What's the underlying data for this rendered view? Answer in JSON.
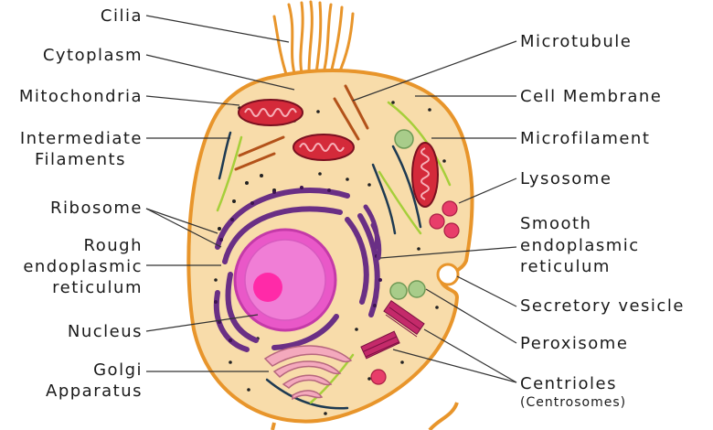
{
  "labels_left": {
    "cilia": "Cilia",
    "cytoplasm": "Cytoplasm",
    "mitochondria": "Mitochondria",
    "intermediate_filaments_1": "Intermediate",
    "intermediate_filaments_2": "Filaments",
    "ribosome": "Ribosome",
    "rough_er_1": "Rough",
    "rough_er_2": "endoplasmic",
    "rough_er_3": "reticulum",
    "nucleus": "Nucleus",
    "golgi_1": "Golgi",
    "golgi_2": "Apparatus"
  },
  "labels_right": {
    "microtubule": "Microtubule",
    "cell_membrane": "Cell Membrane",
    "microfilament": "Microfilament",
    "lysosome": "Lysosome",
    "smooth_er_1": "Smooth",
    "smooth_er_2": "endoplasmic",
    "smooth_er_3": "reticulum",
    "secretory_vesicle": "Secretory vesicle",
    "peroxisome": "Peroxisome",
    "centrioles": "Centrioles",
    "centrosomes": "(Centrosomes)"
  },
  "colors": {
    "membrane": "#e8952b",
    "cytoplasm": "#f8dcaa",
    "mitochondria": "#d42a3a",
    "er": "#6a2f85",
    "nucleus": "#e958c8",
    "nucleolus": "#ff2aa8",
    "golgi": "#f4a9bd",
    "microtubule": "#b3521a",
    "microfilament": "#a6cf3a",
    "intermediate_filament": "#1e3a52",
    "lysosome": "#e83d6a",
    "peroxisome": "#a8cc8a",
    "centriole": "#c42a6a"
  }
}
